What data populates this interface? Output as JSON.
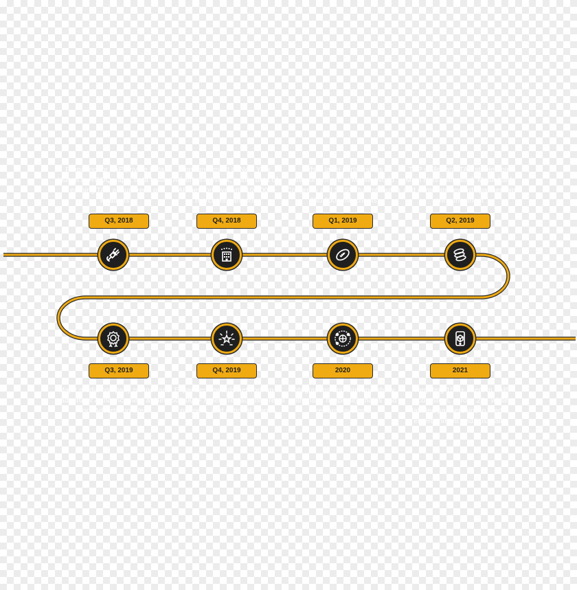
{
  "colors": {
    "accent": "#f0ab13",
    "node": "#1f1f1f",
    "outline": "#2a2a2a",
    "text": "#ffffff"
  },
  "milestones": [
    {
      "label": "Q3, 2018",
      "text": "Preparing for TAP private beta launch in ROOQ+ app, beta testing earning TAP at hundreds of locations",
      "icon": "plug-icon"
    },
    {
      "label": "Q4, 2018",
      "text": "Announcement at New York Advertising Week, public beta of TAP network live with 100,000+ merchant partners",
      "icon": "building-icon"
    },
    {
      "label": "Q1, 2019",
      "text": "White label partnerships announcement at Mobile World Congress and SXSW full roll-out to 250,000+ merchants",
      "icon": "football-icon"
    },
    {
      "label": "Q2, 2019",
      "text": "TAP wallet and TAP stable-coin Main Nets integrated. Major bank and corporate rewards partnership announcement",
      "icon": "coins-icon"
    },
    {
      "label": "Q3, 2019",
      "text": "Major media company partner and advertiser Announcement at New York Advertising Week",
      "icon": "award-icon"
    },
    {
      "label": "Q4, 2019",
      "text": "Expanded rewards network up to 500,000+ hotels, restaurants, retail partners, and national brands",
      "icon": "star-burst-icon"
    },
    {
      "label": "2020",
      "text": "Integrations and interoperability with major hospitality chains and rewards systems",
      "icon": "globe-network-icon"
    },
    {
      "label": "2021",
      "text": "Targeting 15M+ users in TAP ecosystem, across 20+ white labeled partnerships in media, entertainment and hospitality",
      "icon": "mobile-app-icon"
    }
  ]
}
